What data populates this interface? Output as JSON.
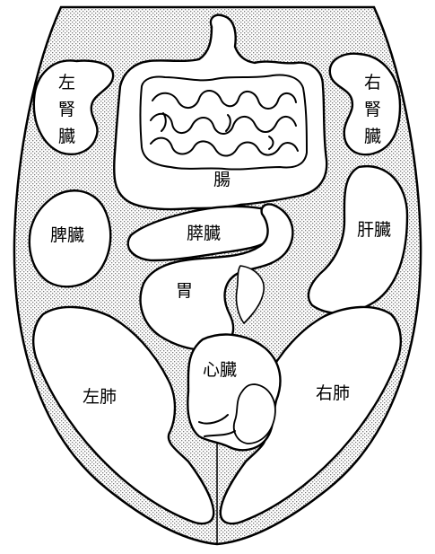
{
  "diagram": {
    "colors": {
      "outline": "#000000",
      "fill": "#ffffff",
      "stipple": "#8a8a8a"
    },
    "organs": {
      "left_kidney": {
        "label_lines": [
          "左",
          "腎",
          "臓"
        ]
      },
      "right_kidney": {
        "label_lines": [
          "右",
          "腎",
          "臓"
        ]
      },
      "intestine": {
        "label": "腸"
      },
      "pancreas": {
        "label": "膵臓"
      },
      "spleen": {
        "label": "脾臓"
      },
      "liver": {
        "label": "肝臓"
      },
      "stomach": {
        "label": "胃"
      },
      "heart": {
        "label": "心臓"
      },
      "left_lung": {
        "label": "左肺"
      },
      "right_lung": {
        "label": "右肺"
      }
    }
  }
}
